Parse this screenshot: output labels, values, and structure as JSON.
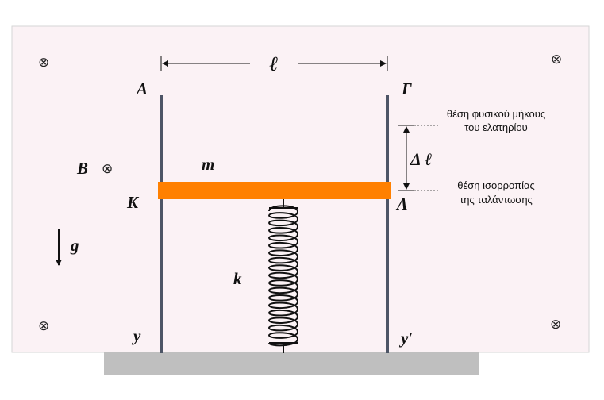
{
  "labels": {
    "A": "Α",
    "Gamma": "Γ",
    "K": "Κ",
    "Lambda": "Λ",
    "y": "y",
    "y_prime": "y′",
    "B": "B",
    "g": "g",
    "m": "m",
    "k": "k",
    "ell": "ℓ",
    "delta_ell": "Δ ℓ"
  },
  "notes": {
    "natural_length_line1": "θέση φυσικού μήκους",
    "natural_length_line2": "του ελατηρίου",
    "equilibrium_line1": "θέση ισορροπίας",
    "equilibrium_line2": "της ταλάντωσης"
  },
  "symbols": {
    "into_page": "⊗"
  },
  "colors": {
    "field_background": "#fbf2f5",
    "field_border": "#d6d6d6",
    "rails": "#4d5566",
    "rod": "#ff8000",
    "spring": "#111111",
    "ground": "#bfbfbf"
  }
}
